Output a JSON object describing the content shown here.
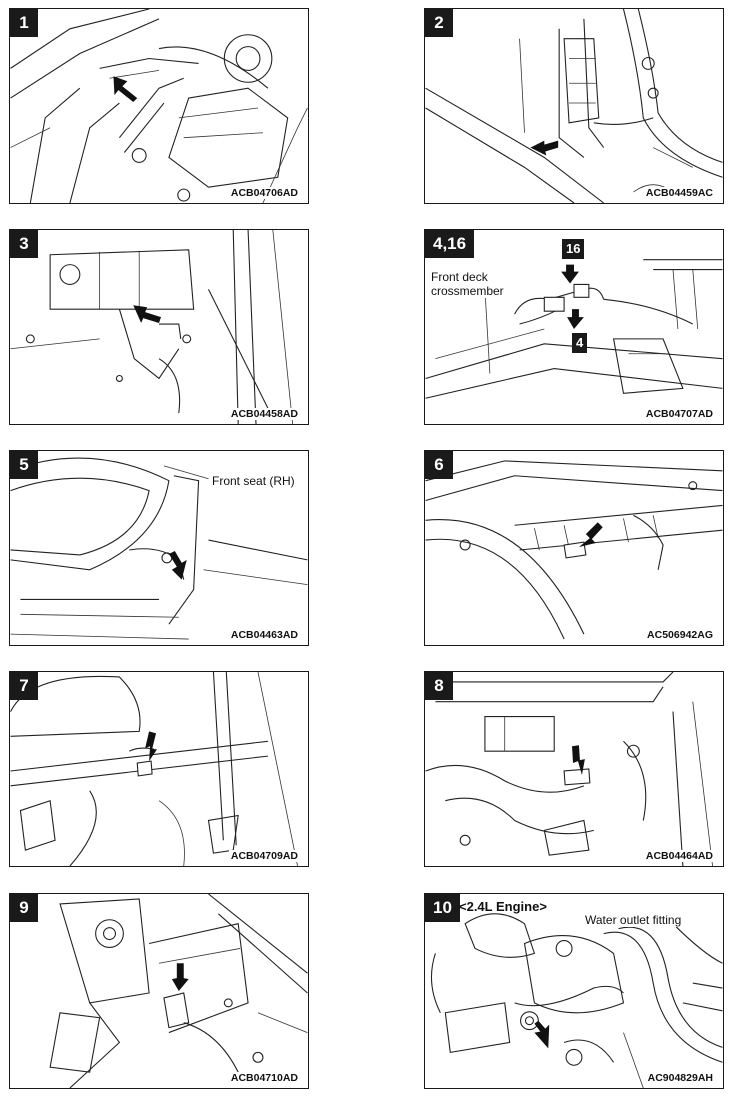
{
  "panels": [
    {
      "number": "1",
      "code": "ACB04706AD"
    },
    {
      "number": "2",
      "code": "ACB04459AC"
    },
    {
      "number": "3",
      "code": "ACB04458AD"
    },
    {
      "number": "4,16",
      "code": "ACB04707AD",
      "label": "Front deck\ncrossmember",
      "callouts": [
        "16",
        "4"
      ]
    },
    {
      "number": "5",
      "code": "ACB04463AD",
      "label": "Front seat (RH)"
    },
    {
      "number": "6",
      "code": "AC506942AG"
    },
    {
      "number": "7",
      "code": "ACB04709AD"
    },
    {
      "number": "8",
      "code": "ACB04464AD"
    },
    {
      "number": "9",
      "code": "ACB04710AD"
    },
    {
      "number": "10",
      "code": "AC904829AH",
      "engine": "<2.4L Engine>",
      "label": "Water outlet fitting"
    }
  ],
  "icons": {
    "arrow": "pointer-arrow-icon"
  }
}
